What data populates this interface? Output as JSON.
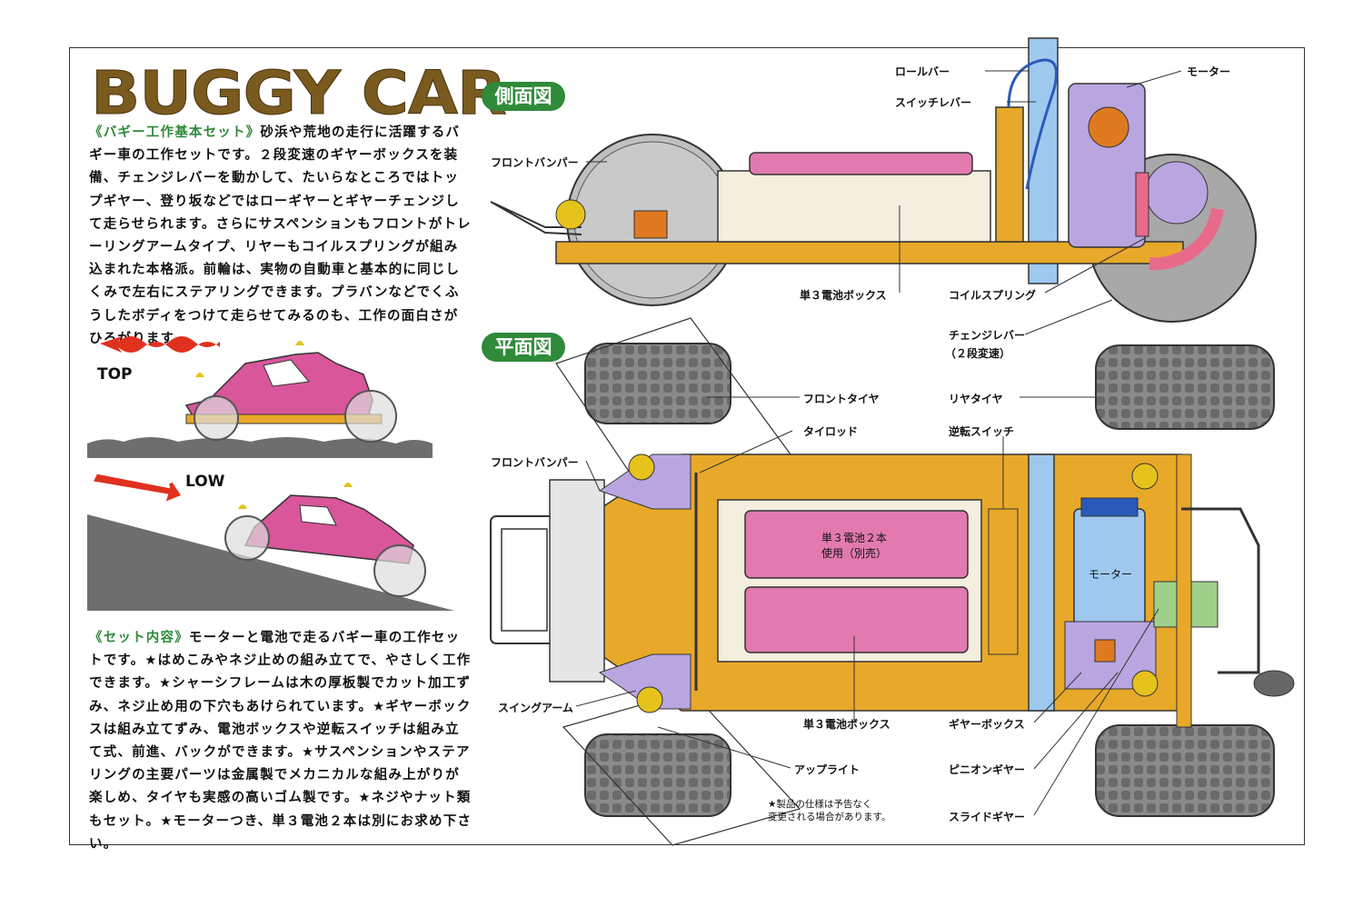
{
  "title": "BUGGY CAR",
  "intro": {
    "highlight": "《バギー工作基本セット》",
    "body": "砂浜や荒地の走行に活躍するバギー車の工作セットです。２段変速のギヤーボックスを装備、チェンジレバーを動かして、たいらなところではトップギヤー、登り坂などではローギヤーとギヤーチェンジして走らせられます。さらにサスペンションもフロントがトレーリングアームタイプ、リヤーもコイルスプリングが組み込まれた本格派。前輪は、実物の自動車と基本的に同じしくみで左右にステアリングできます。プラバンなどでくふうしたボディをつけて走らせてみるのも、工作の面白さがひろがります。"
  },
  "contents": {
    "highlight": "《セット内容》",
    "body": "モーターと電池で走るバギー車の工作セットです。★はめこみやネジ止めの組み立てで、やさしく工作できます。★シャーシフレームは木の厚板製でカット加工ずみ、ネジ止め用の下穴もあけられています。★ギヤーボックスは組み立てずみ、電池ボックスや逆転スイッチは組み立て式、前進、バックができます。★サスペンションやステアリングの主要パーツは金属製でメカニカルな組み上がりが楽しめ、タイヤも実感の高いゴム製です。★ネジやナット類もセット。★モーターつき、単３電池２本は別にお求め下さい。"
  },
  "gear_modes": {
    "top": "TOP",
    "low": "LOW"
  },
  "side_view": {
    "title": "側面図",
    "labels": {
      "roll_bar": "ロールバー",
      "switch_lever": "スイッチレバー",
      "motor": "モーター",
      "front_bumper": "フロントバンパー",
      "battery_box": "単３電池ボックス",
      "coil_spring": "コイルスプリング",
      "change_lever": "チェンジレバー",
      "change_lever_sub": "（２段変速）"
    }
  },
  "top_view": {
    "title": "平面図",
    "labels": {
      "front_tire": "フロントタイヤ",
      "rear_tire": "リヤタイヤ",
      "tie_rod": "タイロッド",
      "reverse_switch": "逆転スイッチ",
      "front_bumper": "フロントバンパー",
      "swing_arm": "スイングアーム",
      "battery_box": "単３電池ボックス",
      "gear_box": "ギヤーボックス",
      "upright": "アップライト",
      "pinion_gear": "ピニオンギヤー",
      "slide_gear": "スライドギヤー",
      "battery_note_1": "単３電池２本",
      "battery_note_2": "使用（別売）",
      "motor": "モーター"
    }
  },
  "footnote": {
    "line1": "★製品の仕様は予告なく",
    "line2": "変更される場合があります。"
  },
  "colors": {
    "frame_wood": "#e8a92a",
    "battery_pink": "#e27ab0",
    "motor_blue": "#9ec8ee",
    "gear_lavender": "#b9a6e0",
    "tire_gray": "#7a7a7a",
    "title_brown": "#7a5a1e",
    "label_green": "#2f8a3a",
    "arrow_red": "#e0301e"
  }
}
